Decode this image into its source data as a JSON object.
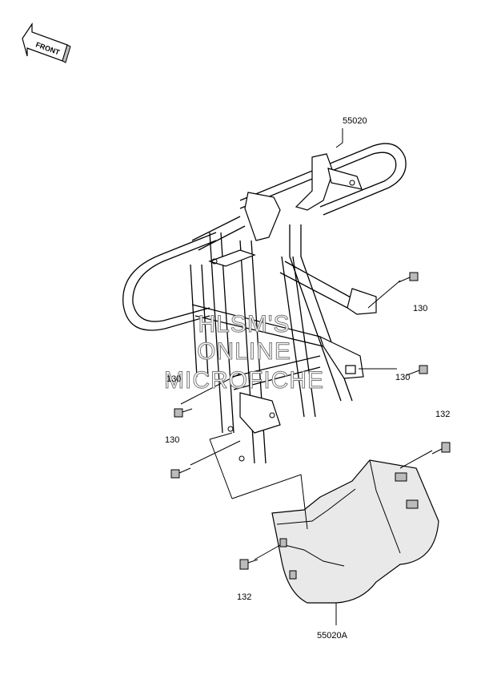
{
  "front_arrow": {
    "label": "FRONT"
  },
  "watermark": {
    "line1": "HLSM'S",
    "line2": "ONLINE",
    "line3": "MICROFICHE"
  },
  "parts": {
    "bumper": "55020",
    "guard": "55020A",
    "bolt_130_a": "130",
    "bolt_130_b": "130",
    "bolt_130_c": "130",
    "bolt_130_d": "130",
    "bolt_132_a": "132",
    "bolt_132_b": "132"
  }
}
